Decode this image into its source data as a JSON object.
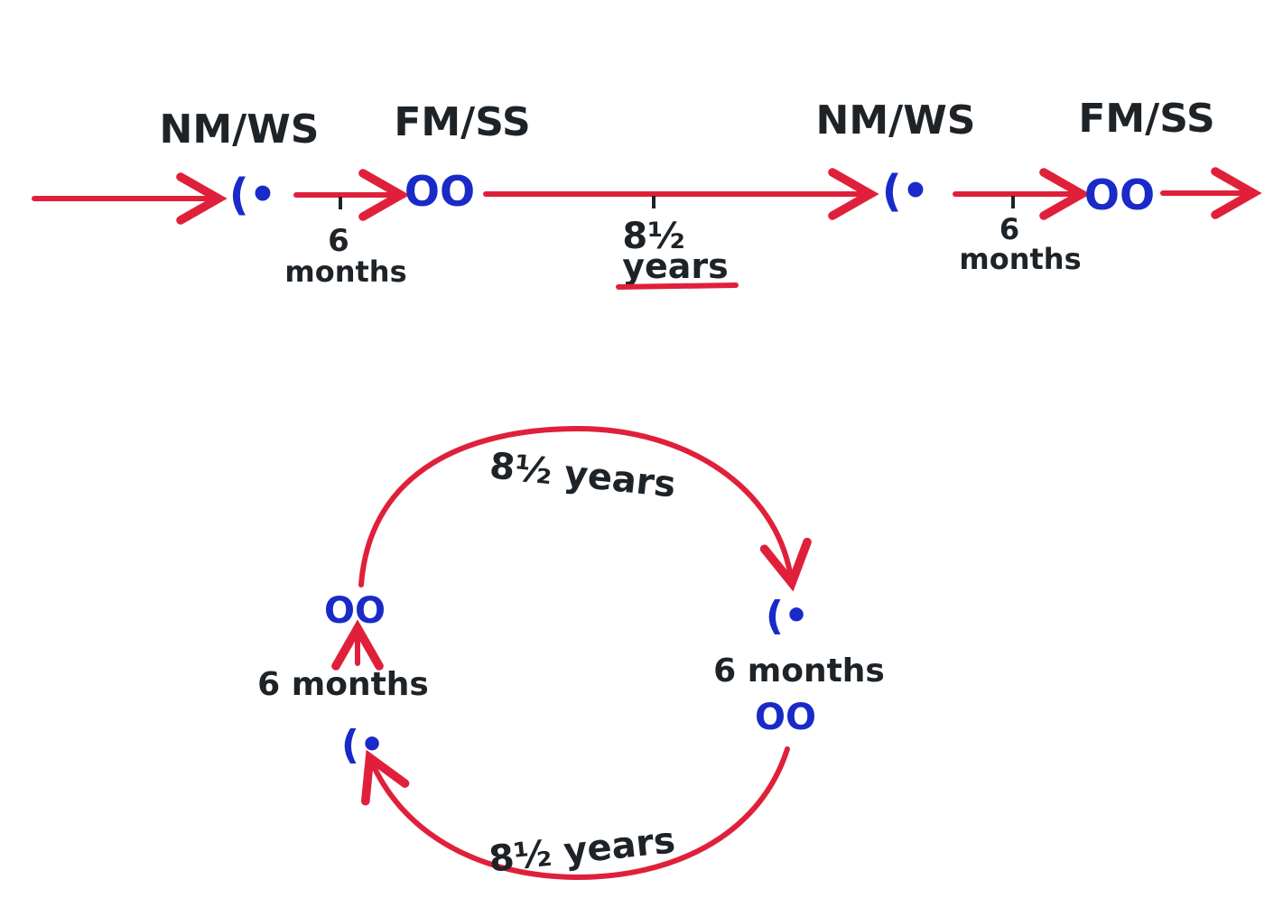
{
  "colors": {
    "arrow": "#e0203a",
    "phase": "#1a2ac8",
    "text": "#1e2328"
  },
  "timeline": {
    "labels": [
      "NM/WS",
      "FM/SS",
      "NM/WS",
      "FM/SS"
    ],
    "new_moon_symbol": "(•",
    "full_moon_symbol": "OO",
    "intervals": [
      {
        "num": "6",
        "unit": "months"
      },
      {
        "num": "8½",
        "unit": "years"
      },
      {
        "num": "6",
        "unit": "months"
      }
    ]
  },
  "cycle": {
    "top_label": "8½ years",
    "bottom_label": "8½ years",
    "left_label": "6 months",
    "right_label": "6 months",
    "new_moon_symbol": "(•",
    "full_moon_symbol": "OO"
  }
}
